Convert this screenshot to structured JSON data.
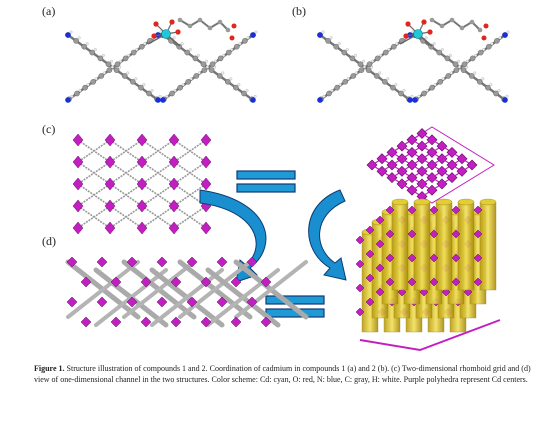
{
  "panel_labels": [
    "(a)",
    "(b)",
    "(c)",
    "(d)"
  ],
  "caption": {
    "lead": "Figure 1.",
    "text": " Structure illustration of compounds 1 and 2. Coordination of cadmium in compounds 1 (a) and 2 (b). (c) Two-dimensional rhomboid grid and (d) view of one-dimensional channel in the two structures. Color scheme: Cd: cyan, O: red, N: blue, C: gray, H: white. Purple polyhedra represent Cd centers."
  },
  "colors": {
    "cd": "#1ec8d8",
    "o": "#e0261e",
    "n": "#1a2fd8",
    "c": "#9a9a9a",
    "h": "#ececec",
    "polyhedra": "#c21fc2",
    "channel": "#e3cd35",
    "arrow": "#1a8fd0",
    "equals_fill": "#1f9ad6",
    "equals_stroke": "#0f3b74"
  }
}
